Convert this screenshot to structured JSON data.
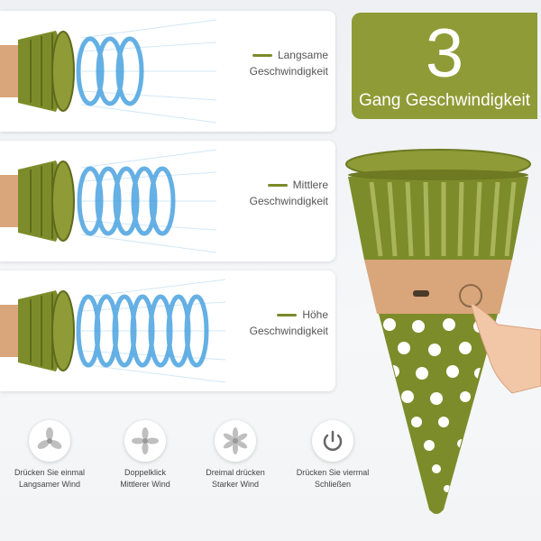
{
  "speeds": [
    {
      "label_line1": "Langsame",
      "label_line2": "Geschwindigkeit",
      "rings": 3
    },
    {
      "label_line1": "Mittlere",
      "label_line2": "Geschwindigkeit",
      "rings": 5
    },
    {
      "label_line1": "Höhe",
      "label_line2": "Geschwindigkeit",
      "rings": 7
    }
  ],
  "badge": {
    "number": "3",
    "text": "Gang Geschwindigkeit"
  },
  "modes": [
    {
      "line1": "Drücken Sie einmal",
      "line2": "Langsamer Wind",
      "icon": "fan-icon"
    },
    {
      "line1": "Doppelklick",
      "line2": "Mittlerer Wind",
      "icon": "fan-icon"
    },
    {
      "line1": "Dreimal drücken",
      "line2": "Starker Wind",
      "icon": "fan-icon"
    },
    {
      "line1": "Drücken Sie viermal",
      "line2": "Schließen",
      "icon": "power-icon"
    }
  ],
  "colors": {
    "accent": "#8f9b36",
    "fan_green": "#7d8c2a",
    "band": "#d9a57a",
    "wind": "#4aa3e0"
  }
}
